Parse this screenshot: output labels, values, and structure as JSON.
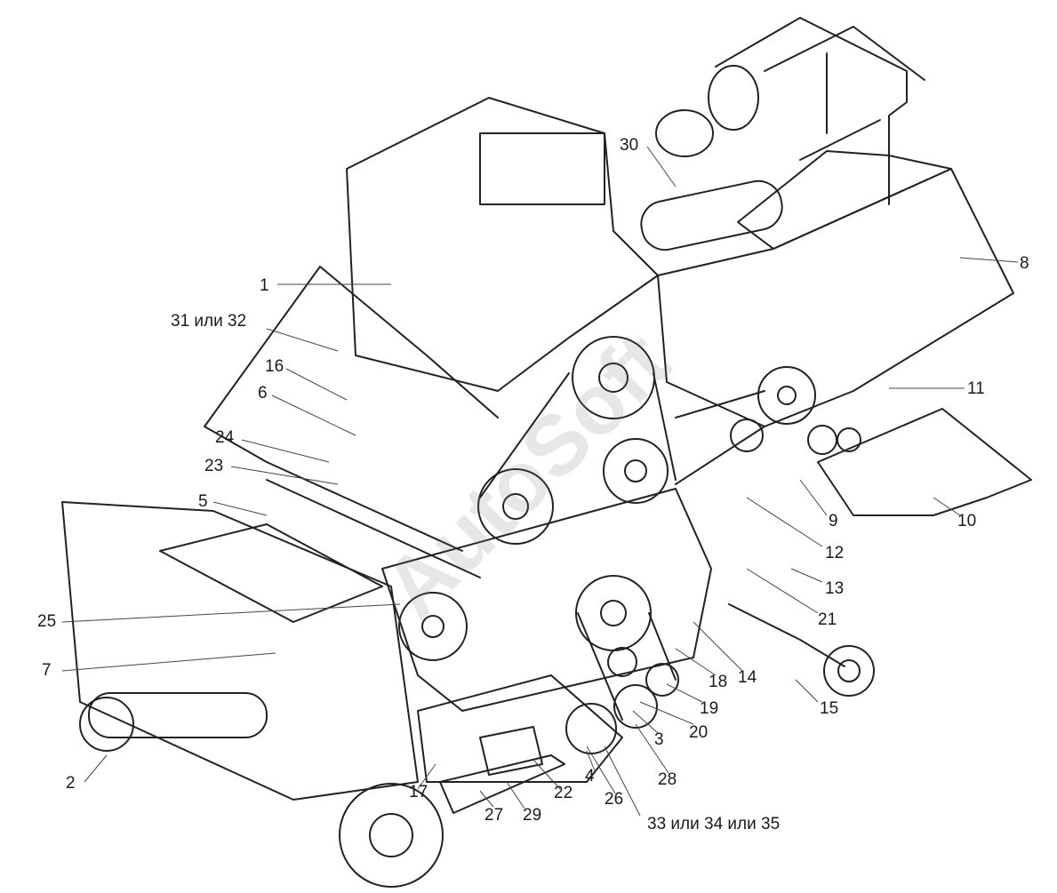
{
  "watermark": "AutoSoft",
  "callouts": [
    {
      "id": "1",
      "text": "1"
    },
    {
      "id": "2",
      "text": "2"
    },
    {
      "id": "3",
      "text": "3"
    },
    {
      "id": "4",
      "text": "4"
    },
    {
      "id": "5",
      "text": "5"
    },
    {
      "id": "6",
      "text": "6"
    },
    {
      "id": "7",
      "text": "7"
    },
    {
      "id": "8",
      "text": "8"
    },
    {
      "id": "9",
      "text": "9"
    },
    {
      "id": "10",
      "text": "10"
    },
    {
      "id": "11",
      "text": "11"
    },
    {
      "id": "12",
      "text": "12"
    },
    {
      "id": "13",
      "text": "13"
    },
    {
      "id": "14",
      "text": "14"
    },
    {
      "id": "15",
      "text": "15"
    },
    {
      "id": "16",
      "text": "16"
    },
    {
      "id": "17",
      "text": "17"
    },
    {
      "id": "18",
      "text": "18"
    },
    {
      "id": "19",
      "text": "19"
    },
    {
      "id": "20",
      "text": "20"
    },
    {
      "id": "21",
      "text": "21"
    },
    {
      "id": "22",
      "text": "22"
    },
    {
      "id": "23",
      "text": "23"
    },
    {
      "id": "24",
      "text": "24"
    },
    {
      "id": "25",
      "text": "25"
    },
    {
      "id": "26",
      "text": "26"
    },
    {
      "id": "27",
      "text": "27"
    },
    {
      "id": "28",
      "text": "28"
    },
    {
      "id": "29",
      "text": "29"
    },
    {
      "id": "30",
      "text": "30"
    },
    {
      "id": "31-32",
      "text": "31 или 32"
    },
    {
      "id": "33-35",
      "text": "33 или 34 или 35"
    }
  ]
}
